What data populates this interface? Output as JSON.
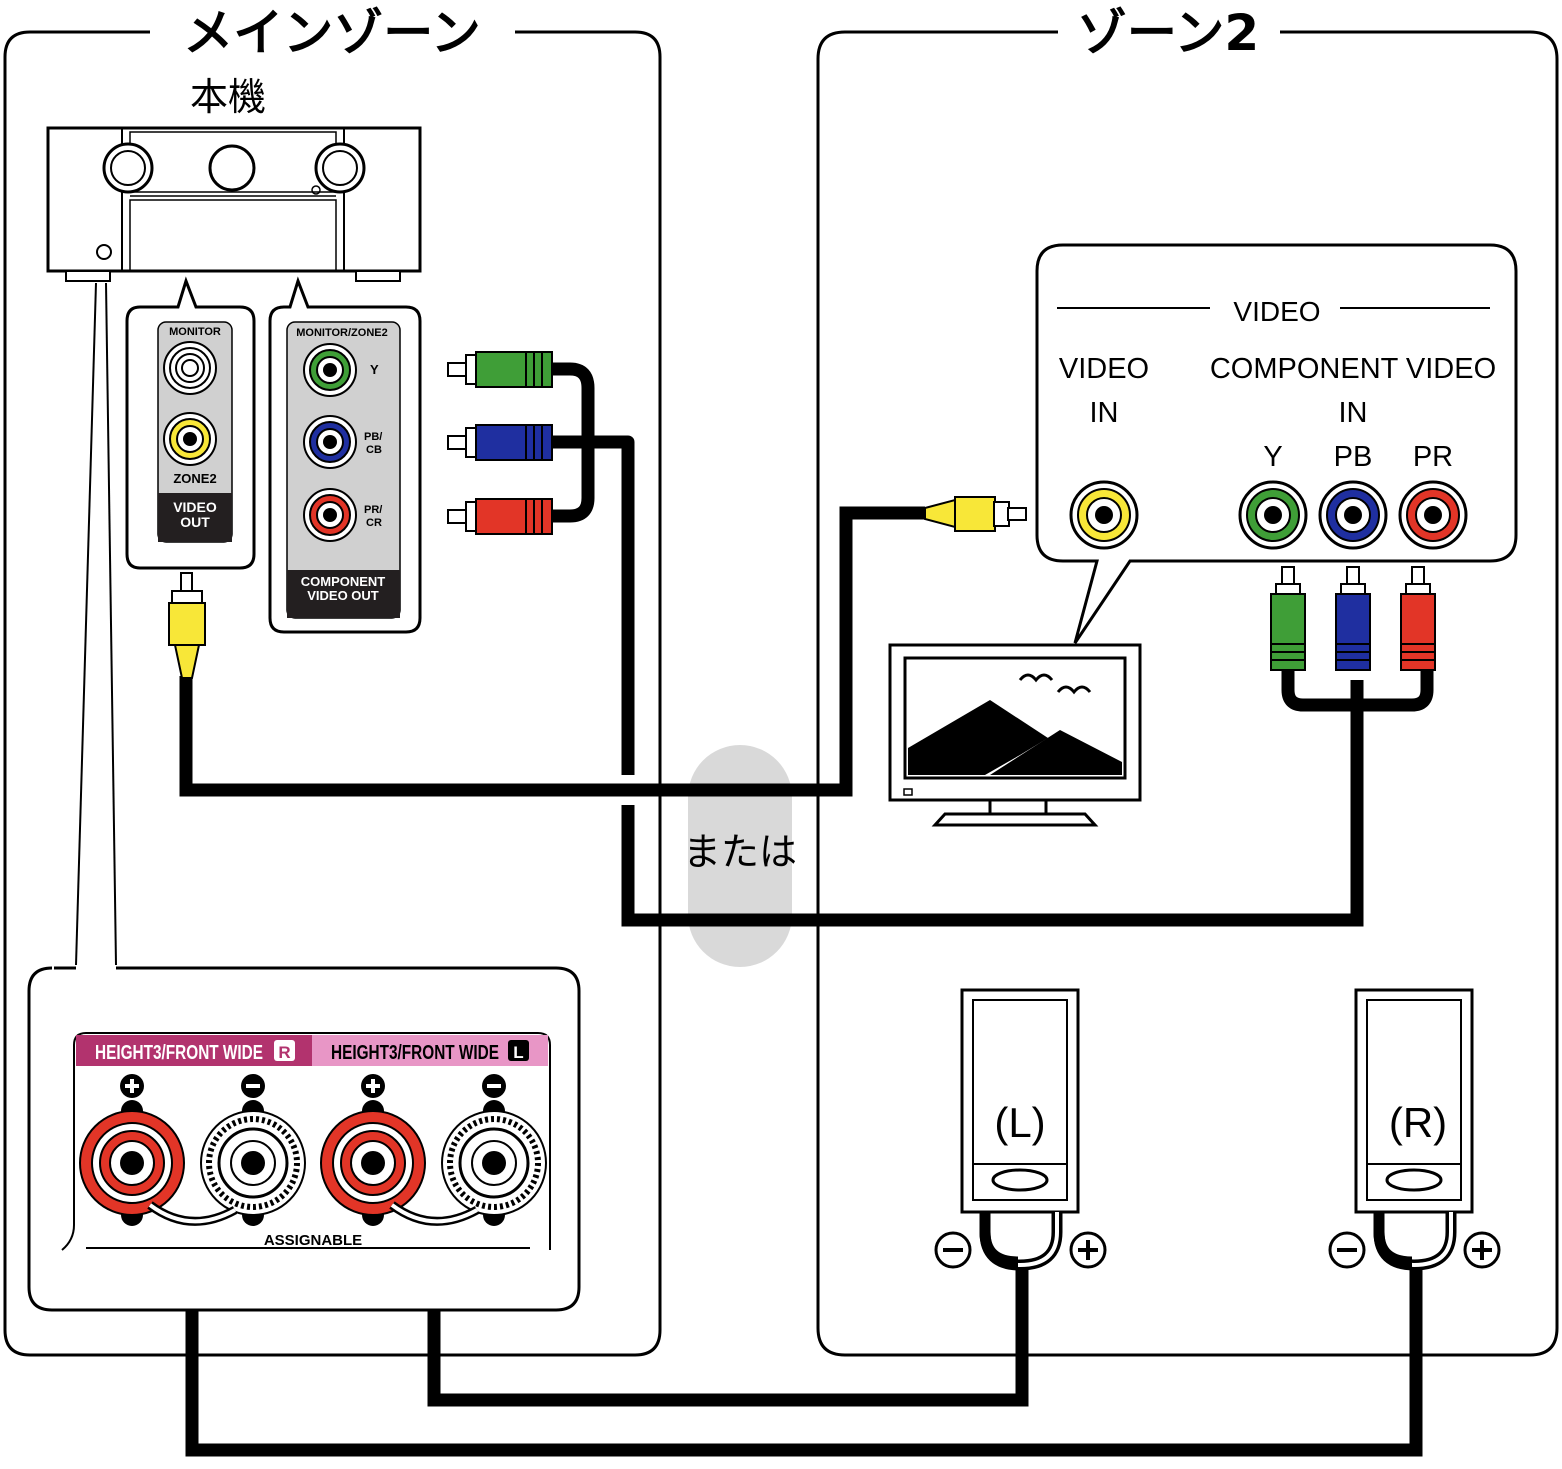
{
  "zones": {
    "main_title": "メインゾーン",
    "zone2_title": "ゾーン2"
  },
  "receiver": {
    "label": "本機"
  },
  "monitor_panel": {
    "header": "MONITOR",
    "zone_label": "ZONE2",
    "footer_line1": "VIDEO",
    "footer_line2": "OUT"
  },
  "component_panel": {
    "header": "MONITOR/ZONE2",
    "y": "Y",
    "pb": "PB/",
    "cb": "CB",
    "pr": "PR/",
    "cr": "CR",
    "footer_line1": "COMPONENT",
    "footer_line2": "VIDEO OUT"
  },
  "or_label": "または",
  "tv_panel": {
    "group": "VIDEO",
    "video_in_line1": "VIDEO",
    "video_in_line2": "IN",
    "component_line1": "COMPONENT VIDEO",
    "component_line2": "IN",
    "y": "Y",
    "pb": "PB",
    "pr": "PR"
  },
  "speaker_panel": {
    "right_label": "HEIGHT3/FRONT WIDE",
    "right_badge": "R",
    "left_label": "HEIGHT3/FRONT WIDE",
    "left_badge": "L",
    "assignable": "ASSIGNABLE",
    "plus": "+",
    "minus": "−"
  },
  "speakers": {
    "left": "(L)",
    "right": "(R)",
    "minus": "−",
    "plus": "+"
  },
  "colors": {
    "green": "#3f9e37",
    "blue": "#1f2fa0",
    "red": "#e23527",
    "yellow": "#f8e738",
    "pink_dark": "#b2336e",
    "pink_light": "#e896c6",
    "panel_gray": "#d0d0d0",
    "or_bubble": "#d9d9d9"
  }
}
